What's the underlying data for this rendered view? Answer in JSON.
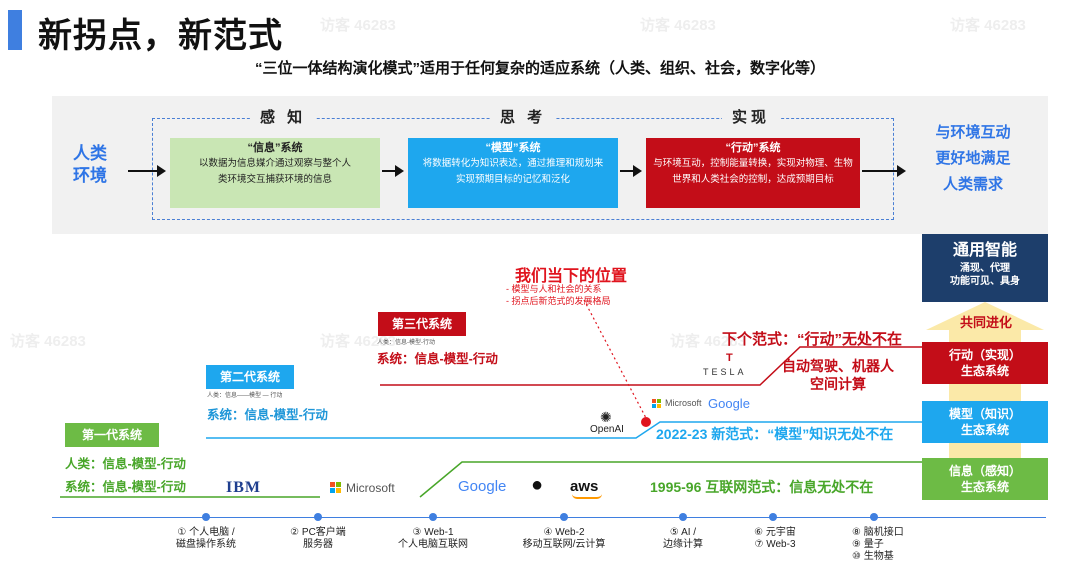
{
  "title": "新拐点，新范式",
  "subtitle": "“三位一体结构演化模式”适用于任何复杂的适应系统（人类、组织、社会，数字化等）",
  "framework": {
    "stages": [
      "感 知",
      "思 考",
      "实现"
    ],
    "input_lines": [
      "人类",
      "环境"
    ],
    "output_lines": [
      "与环境互动",
      "更好地满足",
      "人类需求"
    ],
    "boxes": [
      {
        "head": "“信息”系统",
        "lines": [
          "以数据为信息媒介通过观察与整个人",
          "类环境交互捕获环境的信息"
        ]
      },
      {
        "head": "“模型”系统",
        "lines": [
          "将数据转化为知识表达，通过推理和规划来",
          "实现预期目标的记忆和泛化"
        ]
      },
      {
        "head": "“行动”系统",
        "lines": [
          "与环境互动，控制能量转换，实现对物理、生物",
          "世界和人类社会的控制，达成预期目标"
        ]
      }
    ]
  },
  "generations": {
    "gen1": {
      "label": "第一代系统",
      "human": "人类：信息-模型-行动",
      "system": "系统：信息-模型-行动"
    },
    "gen2": {
      "label": "第二代系统",
      "tiny": "人类：信息——模型 — 行动",
      "system": "系统：信息-模型-行动"
    },
    "gen3": {
      "label": "第三代系统",
      "tiny": "人类：信息-模型-行动",
      "system": "系统：信息-模型-行动"
    }
  },
  "now": {
    "title": "我们当下的位置",
    "notes": [
      "- 模型与人和社会的关系",
      "- 拐点后新范式的发展格局"
    ]
  },
  "paradigms": {
    "next": "下个范式：“行动”无处不在",
    "next_examples": [
      "自动驾驶、机器人",
      "空间计算"
    ],
    "model": "2022-23 新范式：“模型”知识无处不在",
    "internet": "1995-96 互联网范式：信息无处不在"
  },
  "logos": {
    "ibm": "IBM",
    "microsoft": "Microsoft",
    "google": "Google",
    "aws": "aws",
    "openai": "OpenAI",
    "tesla": "TESLA"
  },
  "right_stack": {
    "top_title": "通用智能",
    "top_sub": [
      "涌现、代理",
      "功能可见、具身"
    ],
    "co_evolve": "共同进化",
    "action": [
      "行动（实现）",
      "生态系统"
    ],
    "model": [
      "模型（知识）",
      "生态系统"
    ],
    "info": [
      "信息（感知）",
      "生态系统"
    ]
  },
  "timeline": [
    [
      "① 个人电脑 /",
      "磁盘操作系统"
    ],
    [
      "② PC客户端",
      "服务器"
    ],
    [
      "③ Web-1",
      "个人电脑互联网"
    ],
    [
      "④ Web-2",
      "移动互联网/云计算"
    ],
    [
      "⑤ AI /",
      "边缘计算"
    ],
    [
      "⑥ 元宇宙",
      "⑦ Web-3"
    ],
    [
      "⑧ 脑机接口",
      "⑨ 量子",
      "⑩ 生物基"
    ]
  ],
  "watermark": "访客 46283",
  "colors": {
    "green": "#6dbb45",
    "blue": "#1ea7ee",
    "red": "#c30d18",
    "navy": "#1d3e6b",
    "accent": "#3f7fe0"
  }
}
